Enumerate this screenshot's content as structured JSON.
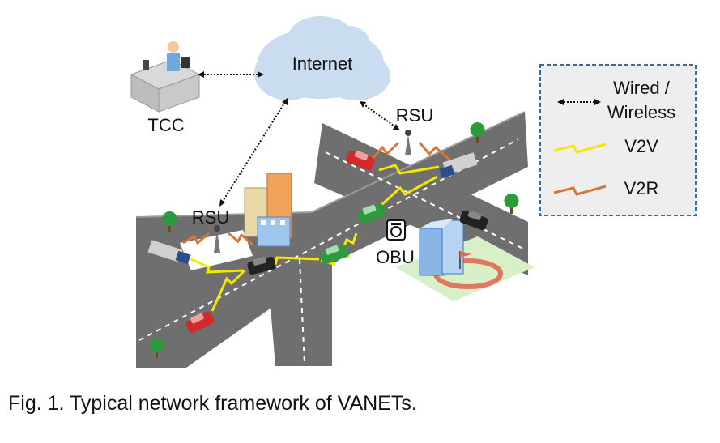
{
  "diagram": {
    "labels": {
      "internet": "Internet",
      "tcc": "TCC",
      "rsu_top": "RSU",
      "rsu_left": "RSU",
      "obu": "OBU"
    },
    "legend": {
      "wired_line1": "Wired /",
      "wired_line2": "Wireless",
      "v2v": "V2V",
      "v2r": "V2R"
    },
    "colors": {
      "road": "#6f6f6f",
      "road_edge": "#9a9a9a",
      "cloud": "#c9dcf0",
      "v2v_signal": "#f2e800",
      "v2r_signal": "#d9743a",
      "legend_border": "#2f6fa8",
      "legend_bg": "#eeeeee",
      "ground": "#d7f0c8"
    },
    "icons": [
      "cloud-icon",
      "operator-desk-icon",
      "rsu-tower-icon",
      "car-icon",
      "truck-icon",
      "building-icon",
      "tree-icon",
      "obu-device-icon"
    ]
  },
  "caption": "Fig. 1. Typical network framework of VANETs."
}
